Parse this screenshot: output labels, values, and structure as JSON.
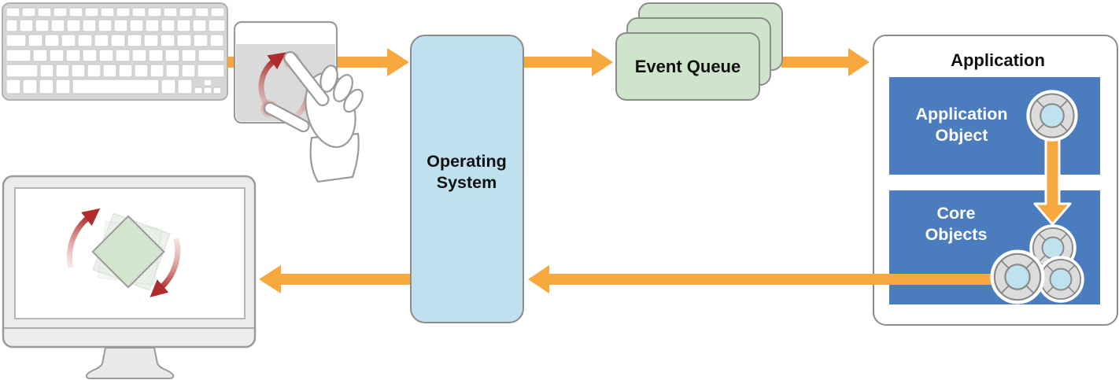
{
  "colors": {
    "arrow": "#F6A83E",
    "os_fill": "#BFE0EE",
    "queue_fill": "#CFE5CB",
    "panel_blue": "#4B7CBE",
    "gesture_red": "#B02B2B",
    "border_gray": "#8C8C8C"
  },
  "nodes": {
    "keyboard": {
      "icon": "keyboard-icon"
    },
    "trackpad": {
      "icon": "trackpad-rotate-gesture-icon"
    },
    "operating_system": {
      "line1": "Operating",
      "line2": "System"
    },
    "event_queue": {
      "label": "Event Queue"
    },
    "application": {
      "title": "Application",
      "application_object": {
        "line1": "Application",
        "line2": "Object",
        "icon": "life-ring-object-icon"
      },
      "core_objects": {
        "line1": "Core",
        "line2": "Objects",
        "icon": "life-ring-object-icons"
      }
    },
    "display": {
      "icon": "monitor-rotated-square-icon"
    }
  }
}
